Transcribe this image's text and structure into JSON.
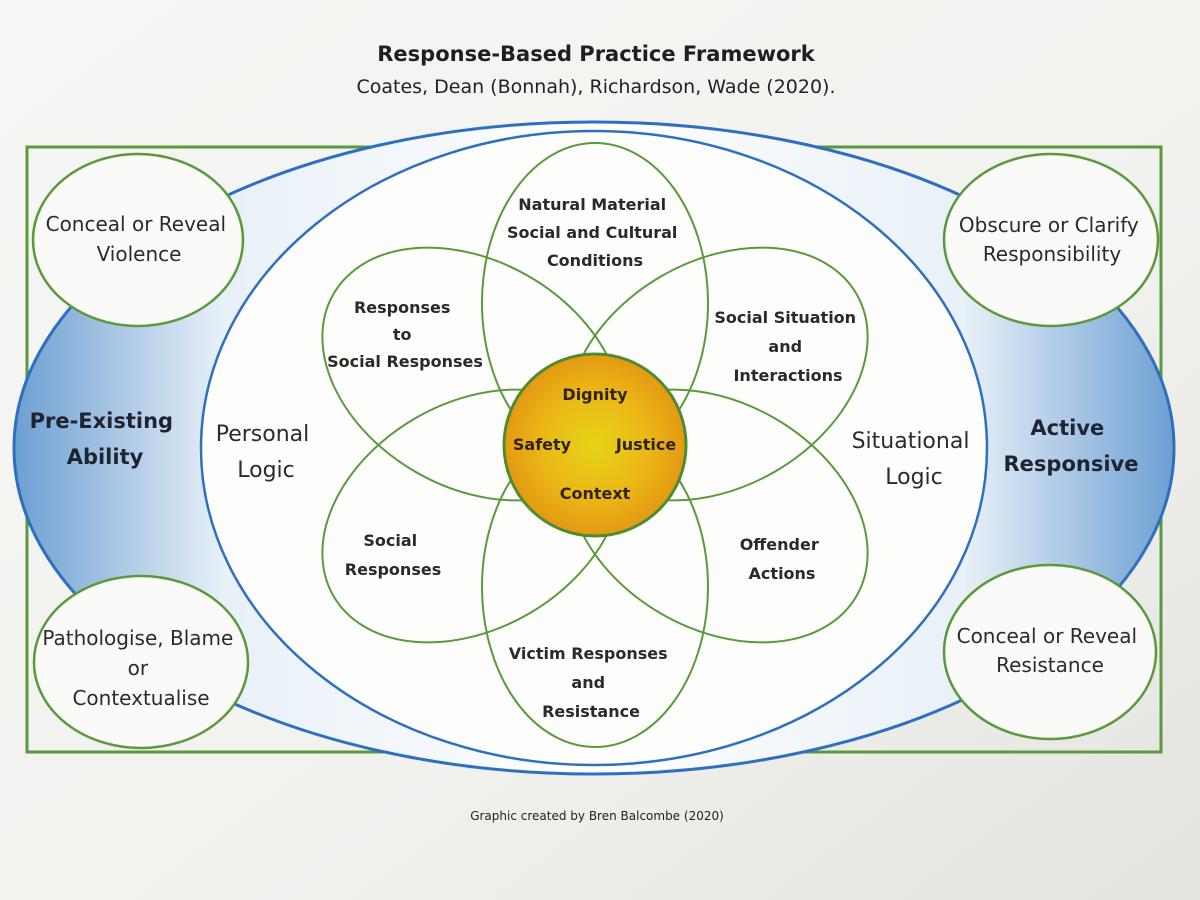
{
  "title": "Response-Based Practice Framework",
  "subtitle": "Coates, Dean (Bonnah), Richardson, Wade (2020).",
  "credit": "Graphic created by Bren Balcombe (2020)",
  "corners": {
    "top_left": [
      "Conceal or Reveal",
      "Violence"
    ],
    "top_right": [
      "Obscure or Clarify",
      "Responsibility"
    ],
    "bottom_left": [
      "Pathologise, Blame",
      "or",
      "Contextualise"
    ],
    "bottom_right": [
      "Conceal or Reveal",
      "Resistance"
    ]
  },
  "sides": {
    "left": [
      "Pre-Existing",
      "Ability"
    ],
    "right": [
      "Active",
      "Responsive"
    ]
  },
  "logic": {
    "left": [
      "Personal",
      "Logic"
    ],
    "right": [
      "Situational",
      "Logic"
    ]
  },
  "petals": {
    "top": [
      "Natural Material",
      "Social and Cultural",
      "Conditions"
    ],
    "top_right": [
      "Social Situation",
      "and",
      "Interactions"
    ],
    "bottom_right": [
      "Offender",
      "Actions"
    ],
    "bottom": [
      "Victim Responses",
      "and",
      "Resistance"
    ],
    "bottom_left": [
      "Social",
      "Responses"
    ],
    "top_left": [
      "Responses",
      "to",
      "Social Responses"
    ]
  },
  "center": {
    "top": "Dignity",
    "left": "Safety",
    "right": "Justice",
    "bottom": "Context"
  },
  "colors": {
    "frame_green": "#5a9a3c",
    "ellipse_blue": "#2f6fc0",
    "center_gold": "#e8a812"
  }
}
